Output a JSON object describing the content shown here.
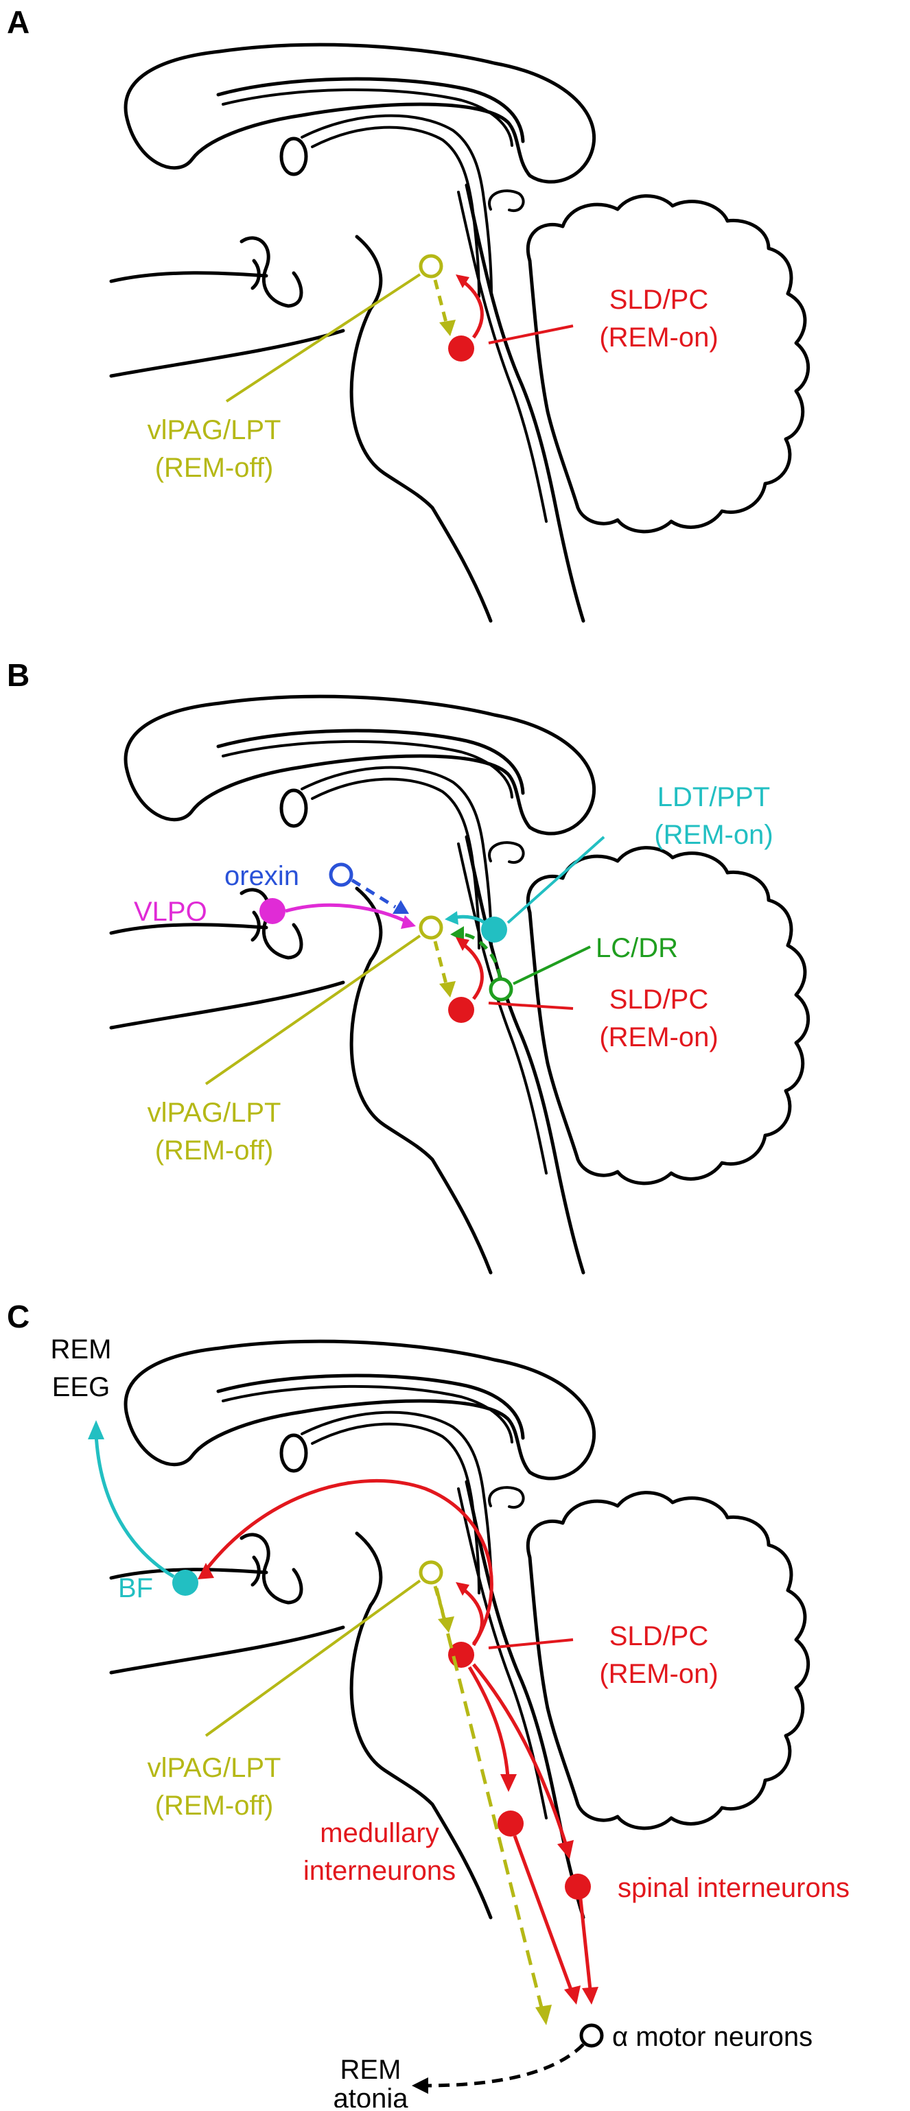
{
  "colors": {
    "red": "#e2171d",
    "olive": "#b5b816",
    "cyan": "#22bfc2",
    "green": "#1f9e1f",
    "blue": "#2a52d8",
    "magenta": "#e02bd6",
    "black": "#000000"
  },
  "panels": [
    {
      "letter": "A",
      "labels": {
        "sld_name": "SLD/PC",
        "sld_state": "(REM-on)",
        "vlpag_name": "vlPAG/LPT",
        "vlpag_state": "(REM-off)"
      }
    },
    {
      "letter": "B",
      "labels": {
        "ldt_name": "LDT/PPT",
        "ldt_state": "(REM-on)",
        "orexin": "orexin",
        "vlpo": "VLPO",
        "lcdr": "LC/DR",
        "sld_name": "SLD/PC",
        "sld_state": "(REM-on)",
        "vlpag_name": "vlPAG/LPT",
        "vlpag_state": "(REM-off)"
      }
    },
    {
      "letter": "C",
      "labels": {
        "rem_eeg_line1": "REM",
        "rem_eeg_line2": "EEG",
        "bf": "BF",
        "sld_name": "SLD/PC",
        "sld_state": "(REM-on)",
        "vlpag_name": "vlPAG/LPT",
        "vlpag_state": "(REM-off)",
        "medullary_line1": "medullary",
        "medullary_line2": "interneurons",
        "spinal": "spinal interneurons",
        "motor": "α motor neurons",
        "atonia_line1": "REM",
        "atonia_line2": "atonia"
      }
    }
  ]
}
